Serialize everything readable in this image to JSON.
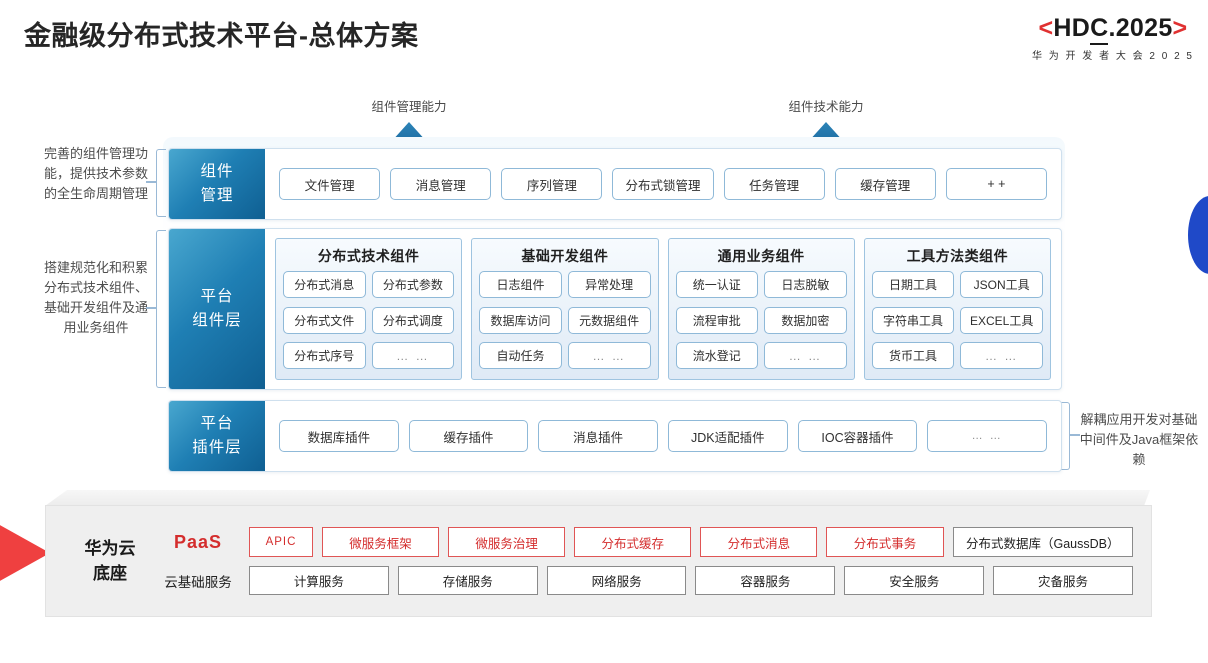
{
  "header": {
    "title": "金融级分布式技术平台-总体方案",
    "logo_bracket_left": "<",
    "logo_text_a": "HD",
    "logo_text_b": "C",
    "logo_text_c": ".2025",
    "logo_bracket_right": ">",
    "logo_subtitle": "华 为 开 发 者 大 会 2 0 2 5"
  },
  "capabilities": [
    {
      "label": "组件管理能力",
      "icon": "up-arrow-icon"
    },
    {
      "label": "组件技术能力",
      "icon": "up-arrow-icon"
    }
  ],
  "notes": {
    "left_top": "完善的组件管理功能，提供技术参数的全生命周期管理",
    "left_bottom": "搭建规范化和积累分布式技术组件、基础开发组件及通用业务组件",
    "right": "解耦应用开发对基础中间件及Java框架依赖"
  },
  "layers": {
    "management": {
      "tab_line1": "组件",
      "tab_line2": "管理",
      "items": [
        "文件管理",
        "消息管理",
        "序列管理",
        "分布式锁管理",
        "任务管理",
        "缓存管理",
        "+ +"
      ]
    },
    "components": {
      "tab_line1": "平台",
      "tab_line2": "组件层",
      "groups": [
        {
          "title": "分布式技术组件",
          "items": [
            "分布式消息",
            "分布式参数",
            "分布式文件",
            "分布式调度",
            "分布式序号",
            "… …"
          ]
        },
        {
          "title": "基础开发组件",
          "items": [
            "日志组件",
            "异常处理",
            "数据库访问",
            "元数据组件",
            "自动任务",
            "… …"
          ]
        },
        {
          "title": "通用业务组件",
          "items": [
            "统一认证",
            "日志脱敏",
            "流程审批",
            "数据加密",
            "流水登记",
            "… …"
          ]
        },
        {
          "title": "工具方法类组件",
          "items": [
            "日期工具",
            "JSON工具",
            "字符串工具",
            "EXCEL工具",
            "货币工具",
            "… …"
          ]
        }
      ]
    },
    "plugins": {
      "tab_line1": "平台",
      "tab_line2": "插件层",
      "items": [
        "数据库插件",
        "缓存插件",
        "消息插件",
        "JDK适配插件",
        "IOC容器插件",
        "… …"
      ]
    }
  },
  "foundation": {
    "brand_line1": "华为云",
    "brand_line2": "底座",
    "paas_label": "PaaS",
    "cloud_label": "云基础服务",
    "paas_items": [
      {
        "label": "APIC",
        "style": "red"
      },
      {
        "label": "微服务框架",
        "style": "red"
      },
      {
        "label": "微服务治理",
        "style": "red"
      },
      {
        "label": "分布式缓存",
        "style": "red"
      },
      {
        "label": "分布式消息",
        "style": "red"
      },
      {
        "label": "分布式事务",
        "style": "red"
      },
      {
        "label": "分布式数据库（GaussDB）",
        "style": "gray"
      }
    ],
    "cloud_items": [
      "计算服务",
      "存储服务",
      "网络服务",
      "容器服务",
      "安全服务",
      "灾备服务"
    ]
  },
  "colors": {
    "accent_red": "#d42d2d",
    "accent_blue": "#1f7fb4",
    "brand_blue": "#1f49c8",
    "wedge_red": "#ef4040"
  }
}
